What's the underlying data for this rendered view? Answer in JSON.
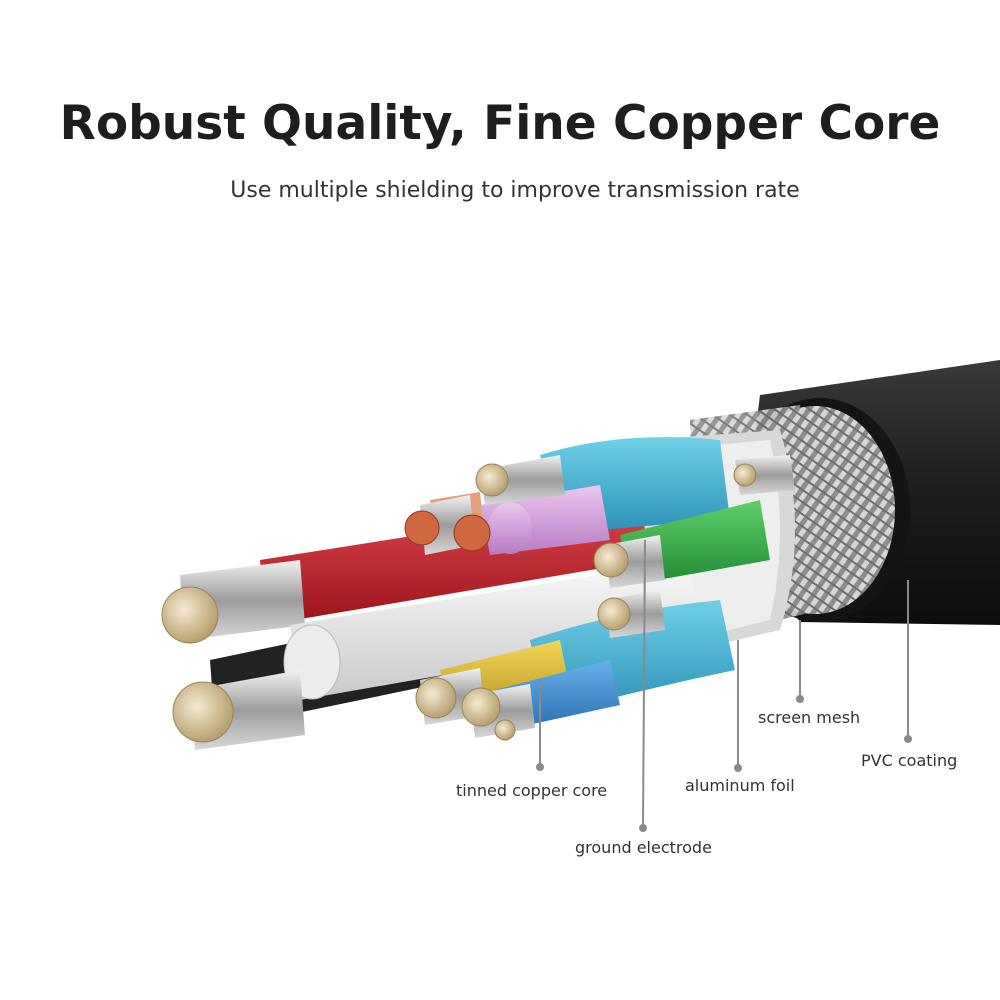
{
  "header": {
    "title": "Robust Quality, Fine Copper Core",
    "subtitle": "Use multiple shielding to improve transmission rate"
  },
  "callouts": {
    "tinned_copper_core": "tinned copper core",
    "ground_electrode": "ground electrode",
    "aluminum_foil": "aluminum foil",
    "screen_mesh": "screen mesh",
    "pvc_coating": "PVC coating"
  },
  "colors": {
    "title": "#1e1e1e",
    "jacket": "#1f1f1f",
    "red_wire": "#c8232c",
    "cyan_shield": "#3fb3d3",
    "green_wire": "#38b54a",
    "pink_wire": "#d9a6e0",
    "yellow_wire": "#e2c33a",
    "blue_wire": "#3c8fd4",
    "copper": "#d9c59a",
    "leader": "#8a8a8a"
  }
}
